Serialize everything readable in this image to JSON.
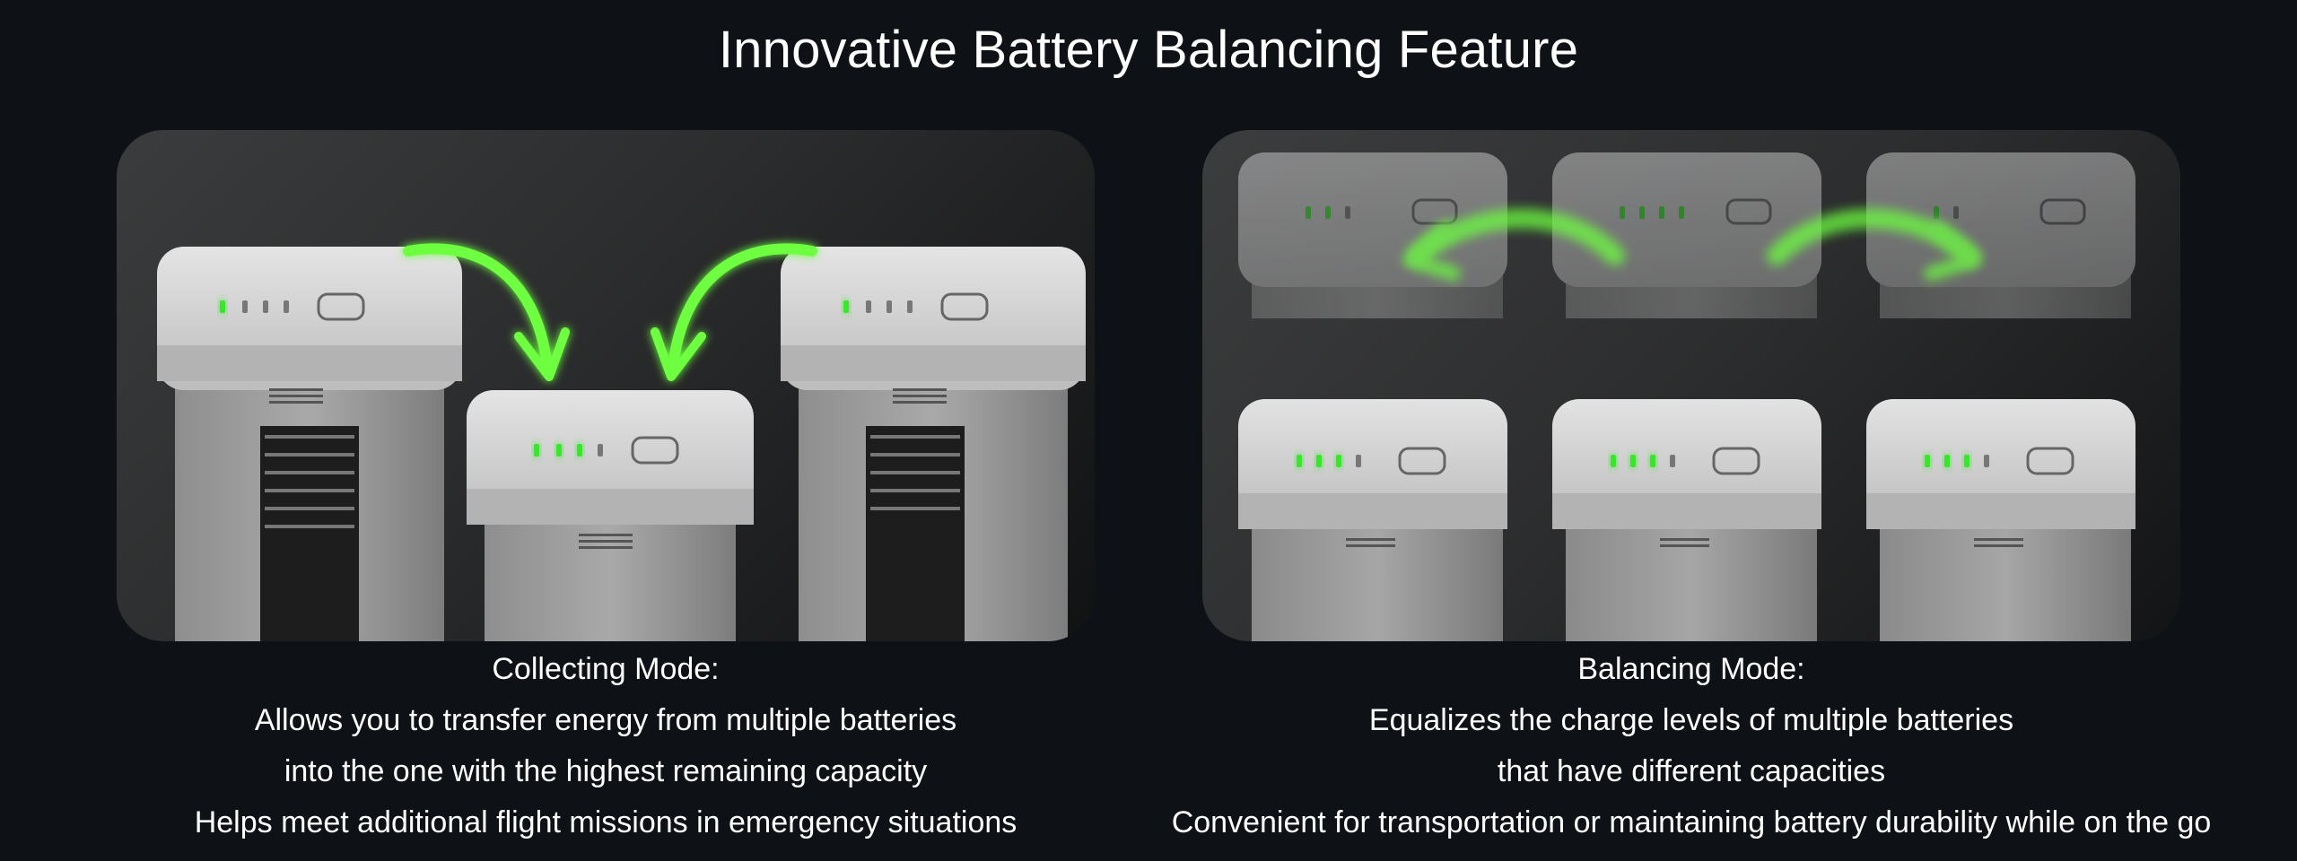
{
  "page": {
    "title": "Innovative Battery Balancing Feature"
  },
  "collecting_mode": {
    "heading": "Collecting Mode:",
    "lines": [
      "Allows you to transfer energy from multiple batteries",
      "into the one with the highest remaining capacity",
      "Helps meet additional flight missions in emergency situations"
    ]
  },
  "balancing_mode": {
    "heading": "Balancing Mode:",
    "lines": [
      "Equalizes the charge levels of multiple batteries",
      "that have different capacities",
      "Convenient for transportation or maintaining battery durability while on the go"
    ]
  },
  "colors": {
    "background": "#0e1116",
    "arrow_green": "#6dff3f",
    "led_green": "#39e62a"
  }
}
